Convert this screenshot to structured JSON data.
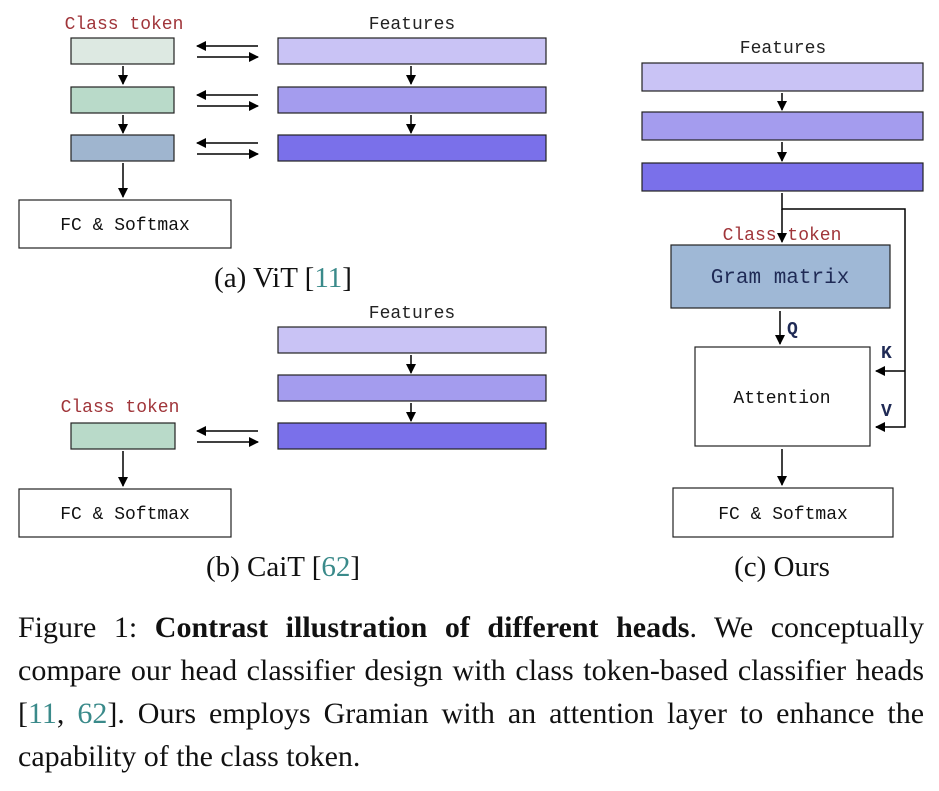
{
  "figure": {
    "colors": {
      "feature_1": "#c9c3f5",
      "feature_2": "#a49cee",
      "feature_3": "#7a70ea",
      "token_1": "#dde9e2",
      "token_2": "#b9dac9",
      "token_3": "#9fb5cf",
      "gram": "#9fb8d6",
      "label_red": "#a0353a",
      "cite": "#3a8a8a"
    },
    "vit": {
      "class_token_label": "Class token",
      "features_label": "Features",
      "fc_label": "FC & Softmax",
      "caption_prefix": "(a) ViT [",
      "caption_cite": "11",
      "caption_suffix": "]"
    },
    "cait": {
      "class_token_label": "Class token",
      "features_label": "Features",
      "fc_label": "FC & Softmax",
      "caption_prefix": "(b) CaiT [",
      "caption_cite": "62",
      "caption_suffix": "]"
    },
    "ours": {
      "features_label": "Features",
      "class_token_label": "Class token",
      "gram_label": "Gram matrix",
      "q_label": "Q",
      "k_label": "K",
      "v_label": "V",
      "attention_label": "Attention",
      "fc_label": "FC & Softmax",
      "caption": "(c) Ours"
    }
  },
  "caption": {
    "prefix": "Figure 1: ",
    "bold": "Contrast illustration of different heads",
    "text1": ". We conceptually compare our head classifier design with class token-based classifier heads [",
    "cite1": "11",
    "sep": ", ",
    "cite2": "62",
    "text2": "]. Ours employs Gramian with an attention layer to enhance the capability of the class token."
  }
}
